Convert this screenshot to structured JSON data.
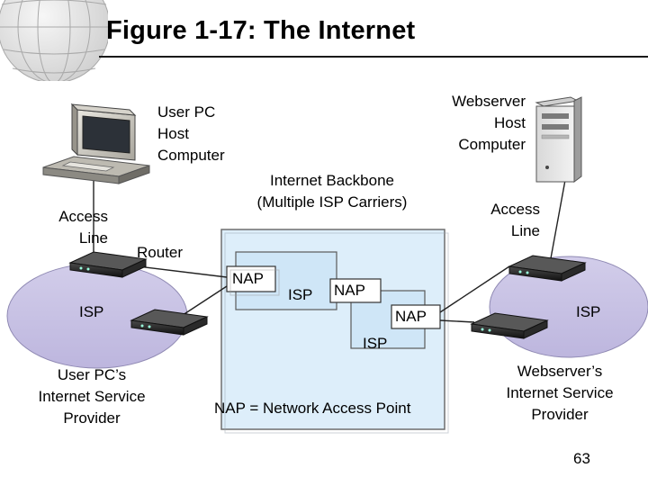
{
  "title": "Figure 1-17: The Internet",
  "labels": {
    "user_pc_line1": "User PC",
    "user_pc_line2": "Host",
    "user_pc_line3": "Computer",
    "webserver_line1": "Webserver",
    "webserver_line2": "Host",
    "webserver_line3": "Computer",
    "backbone_line1": "Internet Backbone",
    "backbone_line2": "(Multiple ISP Carriers)",
    "access_left_line1": "Access",
    "access_left_line2": "Line",
    "access_right_line1": "Access",
    "access_right_line2": "Line",
    "router": "Router",
    "nap1": "NAP",
    "isp_mid1": "ISP",
    "nap2": "NAP",
    "nap3": "NAP",
    "isp_mid2": "ISP",
    "isp_left": "ISP",
    "isp_right": "ISP",
    "left_isp_line1": "User PC’s",
    "left_isp_line2": "Internet Service",
    "left_isp_line3": "Provider",
    "right_isp_line1": "Webserver’s",
    "right_isp_line2": "Internet Service",
    "right_isp_line3": "Provider",
    "legend": "NAP = Network Access Point",
    "page_number": "63"
  },
  "colors": {
    "backbone_fill": "#ddeefa",
    "isp_cloud_fill": "#c9c3e4",
    "nap_fill": "#ffffff"
  }
}
